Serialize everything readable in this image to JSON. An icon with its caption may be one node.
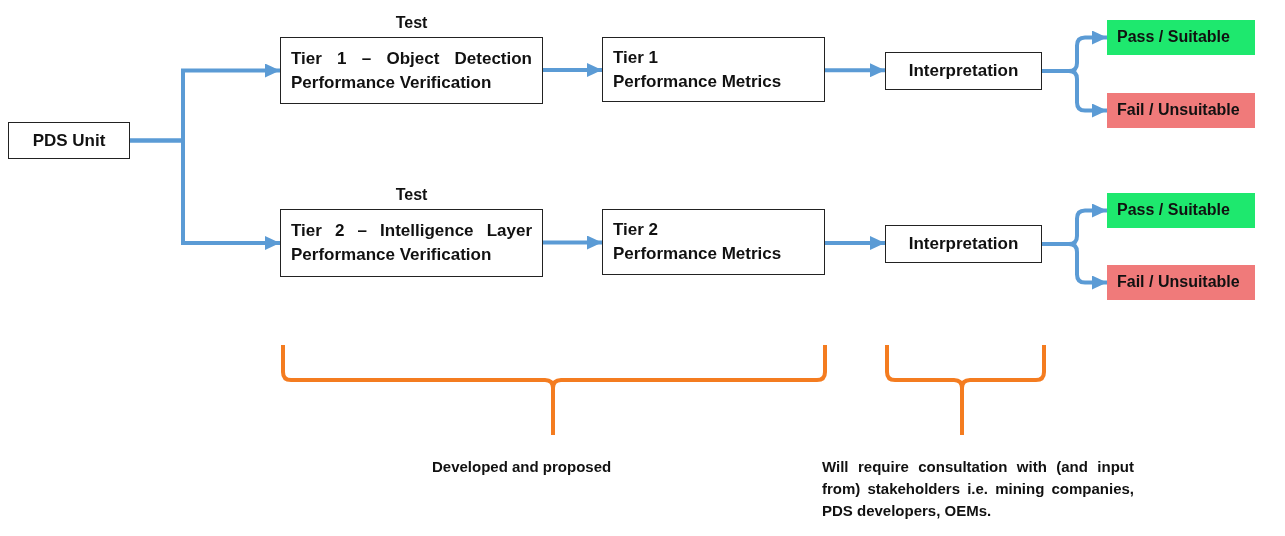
{
  "diagram": {
    "nodes": [
      {
        "text": [
          "PDS Unit"
        ]
      },
      {
        "text": [
          "Tier 1 – Object Detection Performance Verification"
        ],
        "beside": [
          "Test"
        ]
      },
      {
        "text": [
          "Tier 1",
          "Performance Metrics"
        ]
      },
      {
        "text": [
          "Interpretation"
        ]
      },
      {
        "text": [
          "Pass / Suitable"
        ]
      },
      {
        "text": [
          "Fail / Unsuitable"
        ]
      },
      {
        "text": [
          "Tier 2 – Intelligence Layer Performance Verification"
        ],
        "beside": [
          "Test"
        ]
      },
      {
        "text": [
          "Tier 2",
          "Performance Metrics"
        ]
      },
      {
        "text": [
          "Interpretation"
        ]
      },
      {
        "text": [
          "Pass / Suitable"
        ]
      },
      {
        "text": [
          "Fail / Unsuitable"
        ]
      }
    ],
    "edges": [
      {
        "from": 0,
        "to": 1,
        "arrow": "to"
      },
      {
        "from": 0,
        "to": 6,
        "arrow": "to"
      },
      {
        "from": 1,
        "to": 2,
        "arrow": "to"
      },
      {
        "from": 2,
        "to": 3,
        "arrow": "to"
      },
      {
        "from": 3,
        "to": 4,
        "arrow": "to"
      },
      {
        "from": 3,
        "to": 5,
        "arrow": "to"
      },
      {
        "from": 6,
        "to": 7,
        "arrow": "to"
      },
      {
        "from": 7,
        "to": 8,
        "arrow": "to"
      },
      {
        "from": 8,
        "to": 9,
        "arrow": "to"
      },
      {
        "from": 8,
        "to": 10,
        "arrow": "to"
      }
    ],
    "labels": [
      "Developed and proposed",
      "Will require consultation with (and input from) stakeholders i.e. mining companies, PDS developers, OEMs."
    ]
  }
}
